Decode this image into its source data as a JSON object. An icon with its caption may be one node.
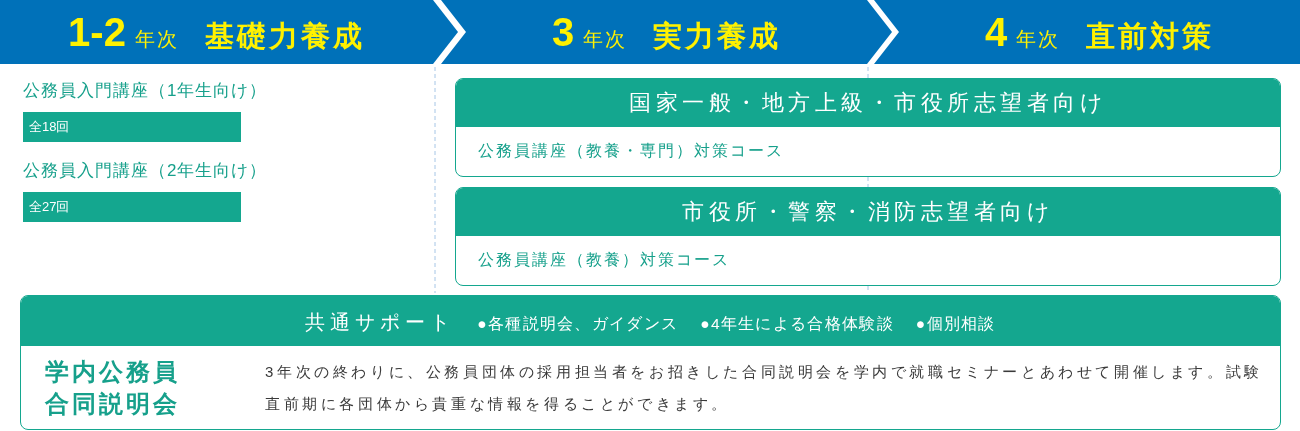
{
  "diagram": {
    "nodes": [
      {
        "text": [
          "**1-2**年次",
          "基礎力養成"
        ]
      },
      {
        "text": [
          "**3**年次",
          "実力養成"
        ]
      },
      {
        "text": [
          "**4**年次",
          "直前対策"
        ]
      },
      {
        "text": [
          "公務員入門講座（1年生向け）",
          "全18回"
        ]
      },
      {
        "text": [
          "公務員入門講座（2年生向け）",
          "全27回"
        ]
      },
      {
        "text": [
          "国家一般・地方上級・市役所志望者向け",
          "公務員講座（教養・専門）対策コース"
        ]
      },
      {
        "text": [
          "市役所・警察・消防志望者向け",
          "公務員講座（教養）対策コース"
        ]
      },
      {
        "text": [
          "共通サポート",
          "●各種説明会、ガイダンス",
          "●4年生による合格体験談",
          "●個別相談",
          "学内公務員合同説明会",
          "3年次の終わりに、公務員団体の採用担当者をお招きした合同説明会を学内で就職セミナーとあわせて開催します。試験直前期に各団体から貴重な情報を得ることができます。"
        ]
      }
    ]
  }
}
